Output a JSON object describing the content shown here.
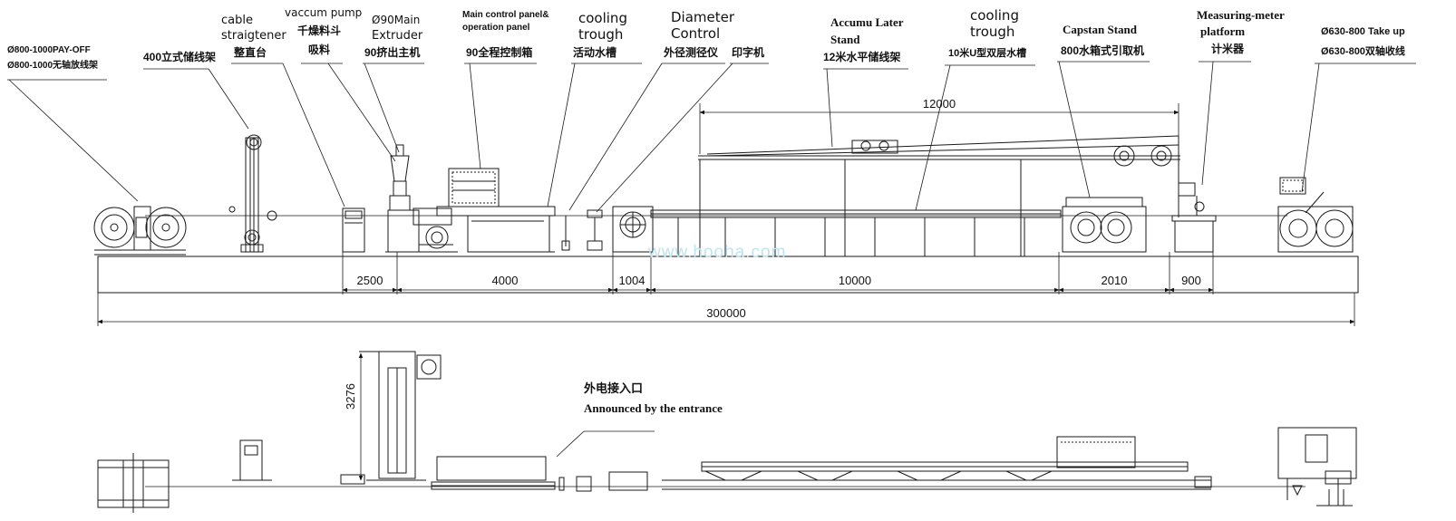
{
  "labels": {
    "payoff": [
      "Ø800-1000PAY-OFF",
      "Ø800-1000无轴放线架"
    ],
    "storage": [
      "400立式储线架"
    ],
    "straightener": [
      "cable",
      "straigtener",
      "整直台"
    ],
    "vacuum": [
      "vaccum pump",
      "千燥料斗",
      "吸料"
    ],
    "extruder": [
      "Ø90Main",
      "Extruder",
      "90挤出主机"
    ],
    "control": [
      "Main control panel&",
      "operation panel",
      "90全程控制箱"
    ],
    "cooling1": [
      "cooling",
      "trough",
      "活动水槽"
    ],
    "diameter": [
      "Diameter",
      "Control",
      "外径测径仪"
    ],
    "printer": [
      "印字机"
    ],
    "accumulator": [
      "Accumu Later",
      "Stand",
      "12米水平储线架"
    ],
    "cooling2": [
      "cooling",
      "trough",
      "10米U型双层水槽"
    ],
    "capstan": [
      "Capstan Stand",
      "800水箱式引取机"
    ],
    "meter": [
      "Measuring-meter",
      "platform",
      "计米器"
    ],
    "takeup": [
      "Ø630-800 Take up",
      "Ø630-800双轴收线"
    ]
  },
  "dimensions": {
    "accumulator_length": "12000",
    "d1": "2500",
    "d2": "4000",
    "d3": "1004",
    "d4": "10000",
    "d5": "2010",
    "d6": "900",
    "total": "300000",
    "height": "3276"
  },
  "power_entrance": [
    "外电接入口",
    "Announced by the entrance"
  ],
  "watermark": "www.hooha.com",
  "colors": {
    "line": "#1a1a1a",
    "watermark": "#bfe3ef"
  }
}
